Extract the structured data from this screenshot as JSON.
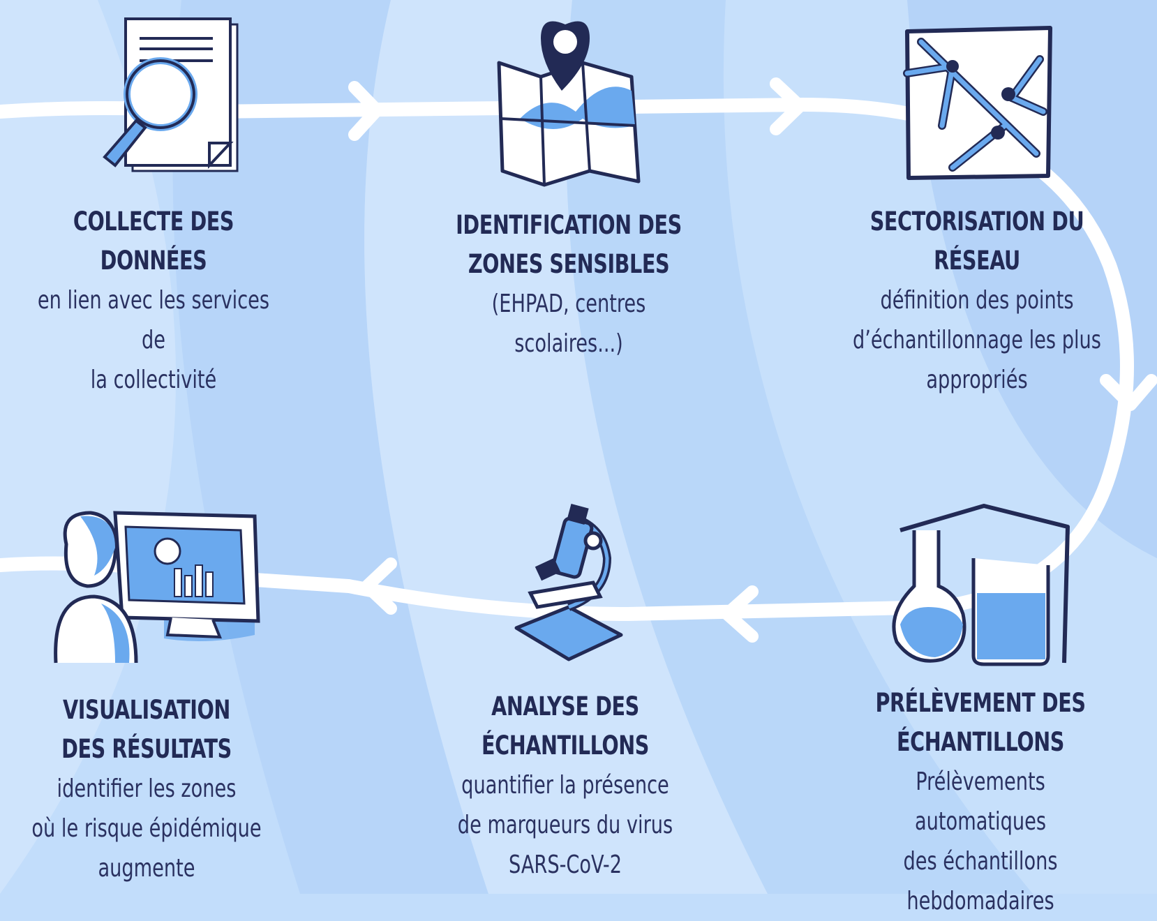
{
  "colors": {
    "background_light": "#cfe4fc",
    "background_mid": "#b9d6f8",
    "flow_path": "#ffffff",
    "ink": "#222a55",
    "accent_blue": "#6aa9ee"
  },
  "steps": [
    {
      "icon": "document-magnifier-icon",
      "title": "COLLECTE DES DONNÉES",
      "description": "en lien avec les services de\nla collectivité"
    },
    {
      "icon": "map-pin-icon",
      "title": "IDENTIFICATION DES\nZONES SENSIBLES",
      "description": "(EHPAD, centres scolaires...)"
    },
    {
      "icon": "network-pipes-icon",
      "title": "SECTORISATION DU RÉSEAU",
      "description": "définition des points\nd’échantillonnage les plus\nappropriés"
    },
    {
      "icon": "flask-sampling-icon",
      "title": "PRÉLÈVEMENT DES\nÉCHANTILLONS",
      "description": "Prélèvements automatiques\ndes échantillons\nhebdomadaires"
    },
    {
      "icon": "microscope-icon",
      "title": "ANALYSE DES\nÉCHANTILLONS",
      "description": "quantifier la présence\nde marqueurs du virus\nSARS-CoV-2"
    },
    {
      "icon": "person-monitor-icon",
      "title": "VISUALISATION\nDES RÉSULTATS",
      "description": "identifier les zones\noù le risque épidémique\naugmente"
    }
  ]
}
